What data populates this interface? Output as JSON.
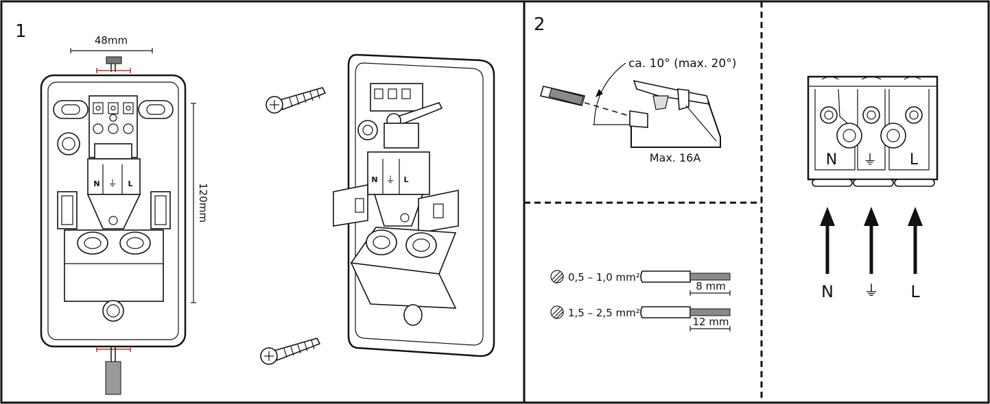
{
  "steps": {
    "step1": {
      "number": "1",
      "width_label": "48mm",
      "height_label": "120mm"
    },
    "step2": {
      "number": "2",
      "angle_label": "ca. 10° (max. 20°)",
      "max_current_label": "Max. 16A",
      "wire_specs": [
        {
          "cross_section": "0,5 – 1,0 mm²",
          "strip_length": "8 mm"
        },
        {
          "cross_section": "1,5 – 2,5 mm²",
          "strip_length": "12 mm"
        }
      ]
    },
    "terminal": {
      "labels": [
        "N",
        "⏚",
        "L"
      ],
      "arrow_labels": [
        "N",
        "⏚",
        "L"
      ]
    },
    "inner_terminal_labels": [
      "N",
      "⏚",
      "L"
    ]
  },
  "colors": {
    "line": "#111111",
    "dim_red": "#cc2b2b",
    "grey": "#9a9a9a"
  }
}
